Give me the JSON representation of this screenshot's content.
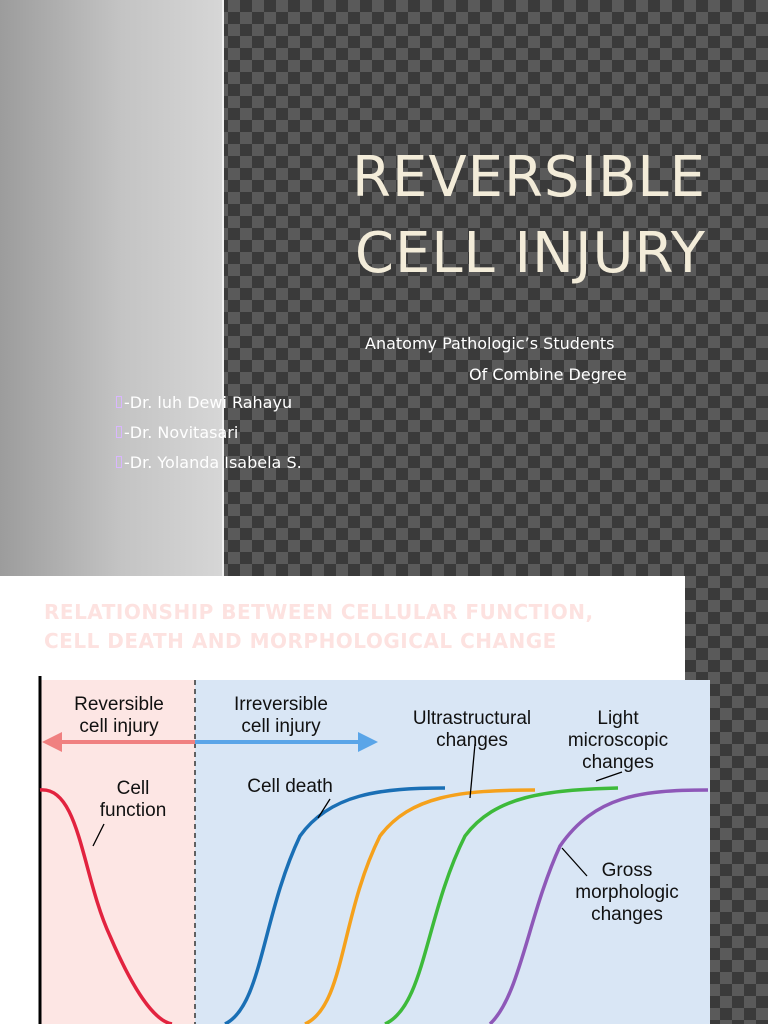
{
  "slide1": {
    "title_line1": "REVERSIBLE",
    "title_line2": "CELL INJURY",
    "subtitle_line1": "Anatomy Pathologic’s Students",
    "subtitle_line2": "Of Combine Degree",
    "authors": [
      "-Dr. luh Dewi Rahayu",
      "-Dr. Novitasari",
      "-Dr. Yolanda Isabela S."
    ]
  },
  "slide2": {
    "heading_line1": "RELATIONSHIP BETWEEN CELLULAR FUNCTION,",
    "heading_line2": "CELL DEATH AND MORPHOLOGICAL CHANGE",
    "figure": {
      "reversible_label_1": "Reversible",
      "reversible_label_2": "cell injury",
      "irreversible_label_1": "Irreversible",
      "irreversible_label_2": "cell injury",
      "curve_labels": {
        "cell_function_1": "Cell",
        "cell_function_2": "function",
        "cell_death": "Cell death",
        "ultrastructural_1": "Ultrastructural",
        "ultrastructural_2": "changes",
        "light_1": "Light",
        "light_2": "microscopic",
        "light_3": "changes",
        "gross_1": "Gross",
        "gross_2": "morphologic",
        "gross_3": "changes"
      },
      "colors": {
        "reversible_bg": "#fde6e4",
        "irreversible_bg": "#d9e6f5",
        "cell_function": "#e2233f",
        "cell_death": "#1a6fb5",
        "ultrastructural": "#f5a11c",
        "light_microscopic": "#3dba3a",
        "gross": "#8e58b8",
        "reversible_arrow": "#f08080",
        "irreversible_arrow": "#5aa5e8"
      }
    }
  }
}
